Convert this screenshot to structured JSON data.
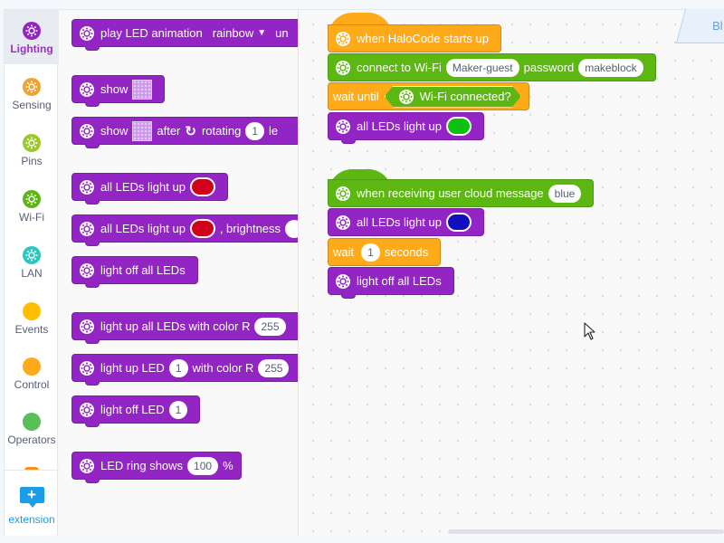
{
  "categories": [
    {
      "id": "lighting",
      "label": "Lighting",
      "color": "#9325c5",
      "active": true
    },
    {
      "id": "sensing",
      "label": "Sensing",
      "color": "#f0a232",
      "active": false
    },
    {
      "id": "pins",
      "label": "Pins",
      "color": "#9cc92a",
      "active": false
    },
    {
      "id": "wifi",
      "label": "Wi-Fi",
      "color": "#5cb712",
      "active": false
    },
    {
      "id": "lan",
      "label": "LAN",
      "color": "#2ec7c0",
      "active": false
    },
    {
      "id": "events",
      "label": "Events",
      "color": "#ffbf00",
      "active": false
    },
    {
      "id": "control",
      "label": "Control",
      "color": "#ffab19",
      "active": false
    },
    {
      "id": "operators",
      "label": "Operators",
      "color": "#59c059",
      "active": false
    }
  ],
  "extension": {
    "label": "extension",
    "icon": "plus-icon"
  },
  "tab": {
    "label": "Bl"
  },
  "flyout": {
    "play_animation": {
      "text": "play LED animation",
      "dropdown": "rainbow",
      "overflow": "un"
    },
    "show": {
      "text": "show"
    },
    "show_rotate": {
      "text": "show",
      "after": "after",
      "rotating": "rotating",
      "value": "1",
      "overflow": "le"
    },
    "all_light": {
      "text": "all LEDs light up",
      "color": "#d0021b"
    },
    "all_light_brightness": {
      "text": "all LEDs light up",
      "color": "#d0021b",
      "suffix": ", brightness"
    },
    "light_off_all": {
      "text": "light off all LEDs"
    },
    "light_rgb": {
      "text": "light up all LEDs with color R",
      "r": "255"
    },
    "light_led_color": {
      "text": "light up LED",
      "led": "1",
      "with_color": "with color R",
      "r": "255"
    },
    "light_off_led": {
      "text": "light off LED",
      "led": "1"
    },
    "ring": {
      "text": "LED ring shows",
      "value": "100",
      "unit": "%"
    }
  },
  "script1": {
    "hat": "when HaloCode starts up",
    "connect": {
      "text": "connect to Wi-Fi",
      "ssid": "Maker-guest",
      "password_label": "password",
      "password": "makeblock"
    },
    "wait_until": {
      "text": "wait until",
      "condition": "Wi-Fi connected?"
    },
    "light": {
      "text": "all LEDs light up",
      "color": "#10c010"
    }
  },
  "script2": {
    "hat": {
      "text": "when receiving user cloud message",
      "message": "blue"
    },
    "light": {
      "text": "all LEDs light up",
      "color": "#1010c0"
    },
    "wait": {
      "text": "wait",
      "value": "1",
      "unit": "seconds"
    },
    "off": {
      "text": "light off all LEDs"
    }
  }
}
